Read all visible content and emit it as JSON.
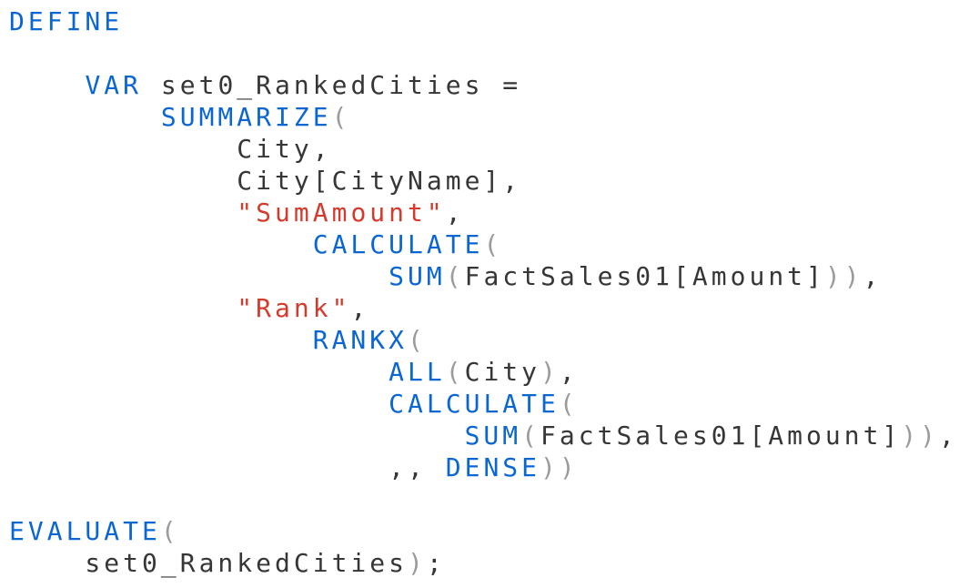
{
  "colors": {
    "background": "#ffffff",
    "keyword": "#0a66d2",
    "string": "#d53b2c",
    "plain": "#363636",
    "paren": "#9b9b9b"
  },
  "code": {
    "lines": [
      {
        "segments": [
          {
            "text": "DEFINE",
            "type": "keyword"
          }
        ]
      },
      {
        "segments": []
      },
      {
        "segments": [
          {
            "text": "    ",
            "type": "plain"
          },
          {
            "text": "VAR",
            "type": "keyword"
          },
          {
            "text": " set0_RankedCities =",
            "type": "plain"
          }
        ]
      },
      {
        "segments": [
          {
            "text": "        ",
            "type": "plain"
          },
          {
            "text": "SUMMARIZE",
            "type": "keyword"
          },
          {
            "text": "(",
            "type": "paren"
          }
        ]
      },
      {
        "segments": [
          {
            "text": "            City,",
            "type": "plain"
          }
        ]
      },
      {
        "segments": [
          {
            "text": "            City[CityName],",
            "type": "plain"
          }
        ]
      },
      {
        "segments": [
          {
            "text": "            ",
            "type": "plain"
          },
          {
            "text": "\"SumAmount\"",
            "type": "string"
          },
          {
            "text": ",",
            "type": "plain"
          }
        ]
      },
      {
        "segments": [
          {
            "text": "                ",
            "type": "plain"
          },
          {
            "text": "CALCULATE",
            "type": "keyword"
          },
          {
            "text": "(",
            "type": "paren"
          }
        ]
      },
      {
        "segments": [
          {
            "text": "                    ",
            "type": "plain"
          },
          {
            "text": "SUM",
            "type": "keyword"
          },
          {
            "text": "(",
            "type": "paren"
          },
          {
            "text": "FactSales01[Amount]",
            "type": "plain"
          },
          {
            "text": "))",
            "type": "paren"
          },
          {
            "text": ",",
            "type": "plain"
          }
        ]
      },
      {
        "segments": [
          {
            "text": "            ",
            "type": "plain"
          },
          {
            "text": "\"Rank\"",
            "type": "string"
          },
          {
            "text": ",",
            "type": "plain"
          }
        ]
      },
      {
        "segments": [
          {
            "text": "                ",
            "type": "plain"
          },
          {
            "text": "RANKX",
            "type": "keyword"
          },
          {
            "text": "(",
            "type": "paren"
          }
        ]
      },
      {
        "segments": [
          {
            "text": "                    ",
            "type": "plain"
          },
          {
            "text": "ALL",
            "type": "keyword"
          },
          {
            "text": "(",
            "type": "paren"
          },
          {
            "text": "City",
            "type": "plain"
          },
          {
            "text": ")",
            "type": "paren"
          },
          {
            "text": ",",
            "type": "plain"
          }
        ]
      },
      {
        "segments": [
          {
            "text": "                    ",
            "type": "plain"
          },
          {
            "text": "CALCULATE",
            "type": "keyword"
          },
          {
            "text": "(",
            "type": "paren"
          }
        ]
      },
      {
        "segments": [
          {
            "text": "                        ",
            "type": "plain"
          },
          {
            "text": "SUM",
            "type": "keyword"
          },
          {
            "text": "(",
            "type": "paren"
          },
          {
            "text": "FactSales01[Amount]",
            "type": "plain"
          },
          {
            "text": "))",
            "type": "paren"
          },
          {
            "text": ",",
            "type": "plain"
          }
        ]
      },
      {
        "segments": [
          {
            "text": "                    ,, ",
            "type": "plain"
          },
          {
            "text": "DENSE",
            "type": "keyword"
          },
          {
            "text": "))",
            "type": "paren"
          }
        ]
      },
      {
        "segments": []
      },
      {
        "segments": [
          {
            "text": "EVALUATE",
            "type": "keyword"
          },
          {
            "text": "(",
            "type": "paren"
          }
        ]
      },
      {
        "segments": [
          {
            "text": "    set0_RankedCities",
            "type": "plain"
          },
          {
            "text": ")",
            "type": "paren"
          },
          {
            "text": ";",
            "type": "plain"
          }
        ]
      }
    ]
  }
}
